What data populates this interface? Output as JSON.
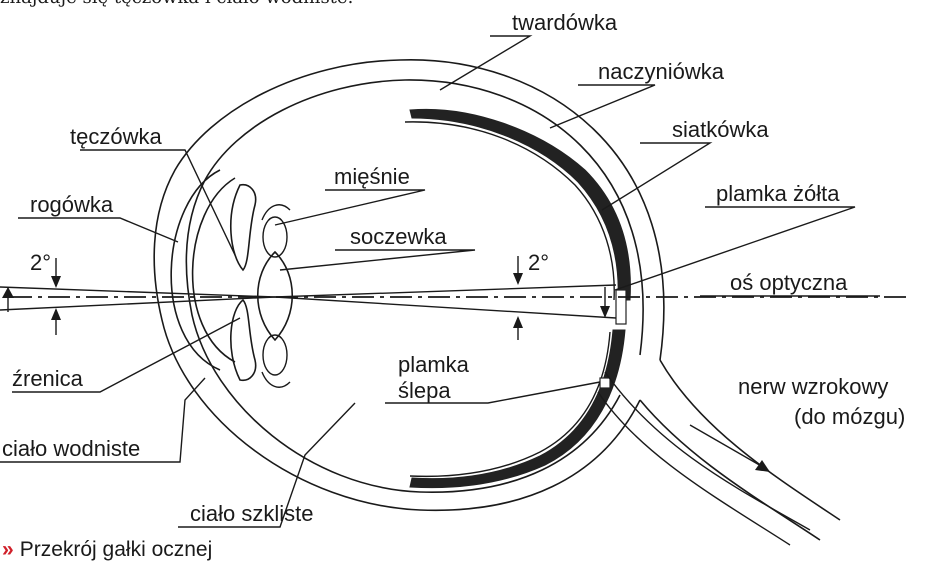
{
  "top_text": "znajduje się tęczówka i ciało wodniste.",
  "caption": {
    "marker": "»",
    "text": "Przekrój gałki ocznej"
  },
  "labels": {
    "twardowka": "twardówka",
    "naczyniowka": "naczyniówka",
    "siatkowka": "siatkówka",
    "teczowka": "tęczówka",
    "miesnie": "mięśnie",
    "rogowka": "rogówka",
    "soczewka": "soczewka",
    "plamka_zolta": "plamka żółta",
    "angle_left": "2°",
    "angle_right": "2°",
    "os_optyczna": "oś optyczna",
    "zrenica": "źrenica",
    "plamka_slepa_1": "plamka",
    "plamka_slepa_2": "ślepa",
    "nerw_1": "nerw wzrokowy",
    "nerw_2": "(do mózgu)",
    "cialo_wodniste": "ciało wodniste",
    "cialo_szkliste": "ciało szkliste"
  }
}
